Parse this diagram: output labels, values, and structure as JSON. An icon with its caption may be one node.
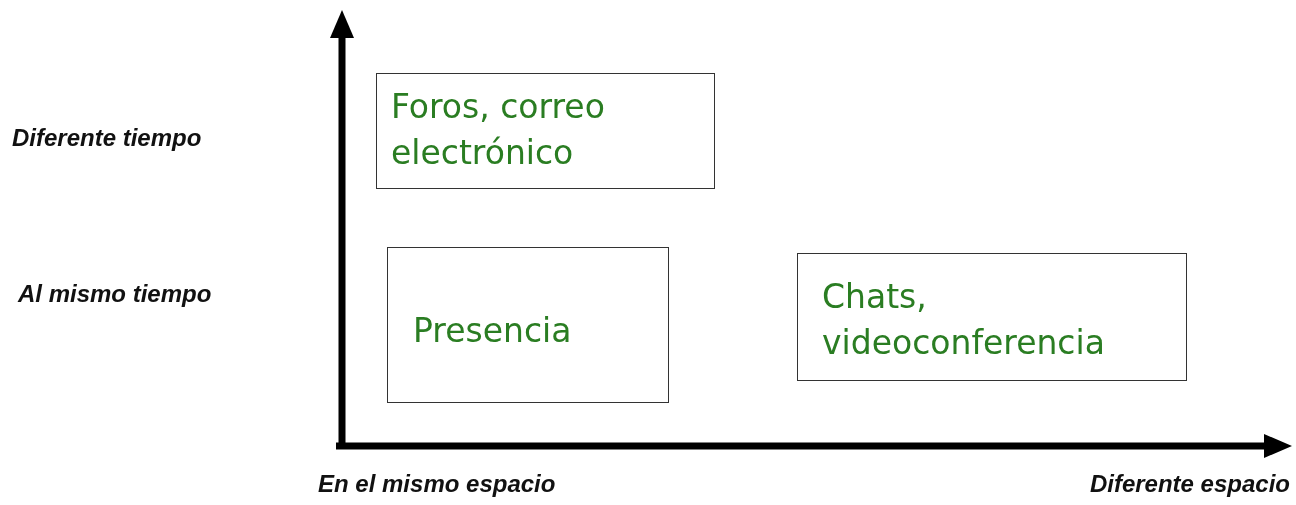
{
  "diagram": {
    "nodes": [
      {
        "text": [
          "Foros, correo electrónico"
        ]
      },
      {
        "text": [
          "Presencia"
        ]
      },
      {
        "text": [
          "Chats, videoconferencia"
        ]
      }
    ],
    "labels": [
      "Diferente tiempo",
      "Al mismo tiempo",
      "En el mismo espacio",
      "Diferente espacio"
    ]
  }
}
